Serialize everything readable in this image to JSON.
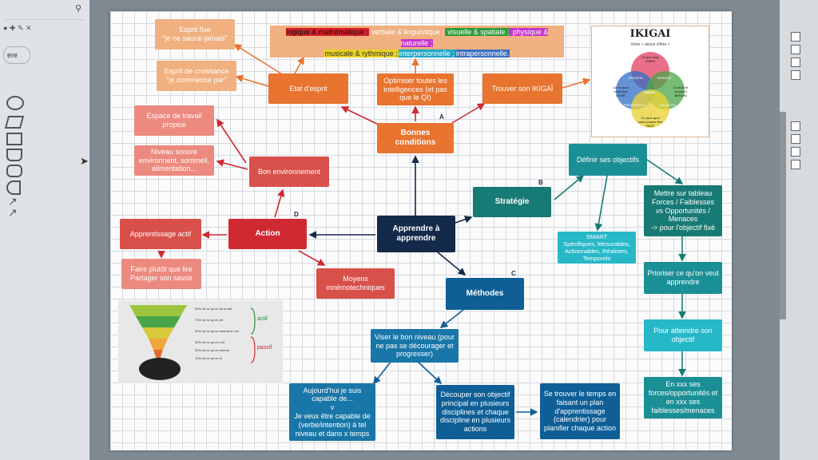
{
  "diagram": {
    "center": "Apprendre à\napprendre",
    "bonnes_conditions": {
      "label": "Bonnes conditions",
      "letter": "A",
      "etat_esprit": "Etat d'esprit",
      "esprit_fixe": "Esprit fixe\n\"je ne saurai jamais\"",
      "esprit_croissance": "Esprit de croissance\n\"je commence par\"",
      "optimiser": "Optimiser toutes les\nintelligences (et pas\nque le QI)",
      "ikigai_node": "Trouver son IKIGAÏ",
      "intelligences": [
        {
          "text": "logique & mathématique ;",
          "color": "#d71f2a"
        },
        {
          "text": " verbale & linguistique ;",
          "color": "#f0b07f"
        },
        {
          "text": " visuelle & spatiale ;",
          "color": "#2e9b3a"
        },
        {
          "text": " physique & naturelle ;",
          "color": "#c535c8"
        },
        {
          "text": "musicale & rythmique ;",
          "color": "#e8d21f"
        },
        {
          "text": "interpersonnelle ;",
          "color": "#21a7c7"
        },
        {
          "text": "intrapersonnelle.",
          "color": "#3a6fc0"
        }
      ],
      "ikigai_image": {
        "title": "IKIGAI",
        "subtitle": "Votre « raison d'être »",
        "aimez": "Ce que vous\nAIMEZ",
        "doue": "Ce en quoi\nvous êtes\nDOUÉ",
        "besoin": "Ce dont le\nmonde a\nBESOIN",
        "paye": "Ce pour quoi\nvous pouvez être\nPAYÉ",
        "passion": "PASSION",
        "mission": "MISSION",
        "profession": "PROFESSION",
        "vocation": "VOCATION",
        "ikigai": "IKIGAI"
      }
    },
    "strategie": {
      "label": "Stratégie",
      "letter": "B",
      "objectifs": "Définir ses objectifs",
      "smart": "SMART\nSpécifiques, Mesurables,\nActionnables, Réalistes,\nTemporels",
      "tableau": "Mettre sur tableau\nForces / Faiblesses\nvs Opportunités /\nMenaces\n-> pour l'objectif fixé",
      "prioriser": "Prioriser ce qu'on veut\napprendre",
      "atteindre": "Pour atteindre son\nobjectif",
      "xxx": "En xxx ses\nforces/opportunités et\nen xxx ses\nfaiblesses/menaces"
    },
    "methodes": {
      "label": "Méthodes",
      "letter": "C",
      "viser": "Viser le bon niveau (pour\nne pas se décourager et\nprogresser)",
      "aujourdhui": "Aujourd'hui je suis\ncapable de...\nv\nJe veux être capable de\n(verbe/intention) à tel\nniveau et dans x temps",
      "decouper": "Découper son objectif\nprincipal en plusieurs\ndisciplines et chaque\ndiscipline en plusieurs\nactions",
      "temps": "Se trouver le temps en\nfaisant un plan\nd'apprentissage\n(calendrier) pour\nplanifier chaque action"
    },
    "action": {
      "label": "Action",
      "letter": "D",
      "environnement": "Bon environnement",
      "espace": "Espace de travail\npropice",
      "sonore": "Niveau sonore\nenvironnent, sommeil,\nalimentation...",
      "actif": "Apprentissage actif",
      "lire": "Faire plutôt que lire\nPartager son savoir",
      "memo": "Moyens\nmnémotechniques",
      "funnel": {
        "actif": "actif",
        "passif": "passif",
        "rows": [
          "90% de ce qu'on dit et fait",
          "70% de ce qu'on dit",
          "50% de ce qu'on entend et voit",
          "30% de ce qu'on voit",
          "20% de ce qu'on entend",
          "10% de ce qu'on lit"
        ]
      }
    }
  },
  "app": {
    "left_panel": {
      "field_text": "ere"
    }
  }
}
